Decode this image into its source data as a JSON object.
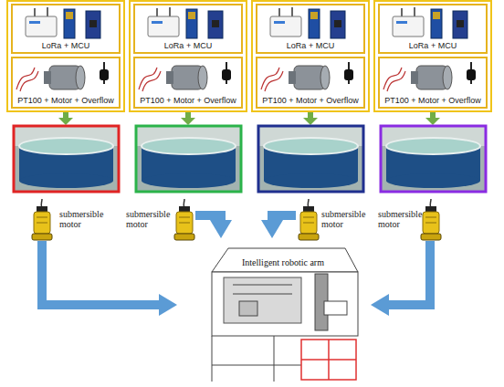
{
  "diagram": {
    "nodes": [
      {
        "text": [
          "LoRa + MCU"
        ]
      },
      {
        "text": [
          "PT100 + Motor + Overflow"
        ]
      },
      {
        "text": [
          "LoRa + MCU"
        ]
      },
      {
        "text": [
          "PT100 + Motor + Overflow"
        ]
      },
      {
        "text": [
          "LoRa + MCU"
        ]
      },
      {
        "text": [
          "PT100 + Motor + Overflow"
        ]
      },
      {
        "text": [
          "LoRa + MCU"
        ]
      },
      {
        "text": [
          "PT100 + Motor + Overflow"
        ]
      },
      {
        "text": [
          "submersible motor"
        ]
      },
      {
        "text": [
          "submersible motor"
        ]
      },
      {
        "text": [
          "submersible motor"
        ]
      },
      {
        "text": [
          "submersible motor"
        ]
      },
      {
        "text": [
          "Intelligent robotic arm"
        ]
      }
    ],
    "edges": [
      {
        "from": 8,
        "to": 12,
        "arrow": "to"
      },
      {
        "from": 9,
        "to": 12,
        "arrow": "to"
      },
      {
        "from": 10,
        "to": 12,
        "arrow": "to"
      },
      {
        "from": 11,
        "to": 12,
        "arrow": "to"
      }
    ]
  }
}
